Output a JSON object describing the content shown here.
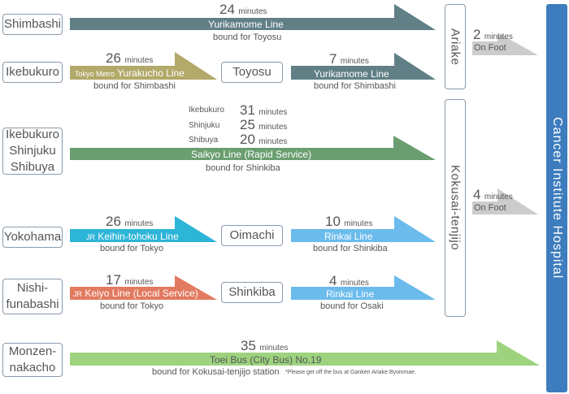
{
  "title": "Access to Cancer Institute Hospital",
  "destination": "Cancer Institute Hospital",
  "unit": "minutes",
  "colors": {
    "yurikamome": "#617f86",
    "yurakucho": "#b2a96a",
    "saikyo": "#6a9e70",
    "keihin_tohoku": "#2db5d8",
    "keiyo": "#e27a60",
    "rinkai": "#6bbbec",
    "bus": "#9dd37f",
    "on_foot": "#cccccc",
    "hospital": "#3e7dbd"
  },
  "origins": {
    "shimbashi": "Shimbashi",
    "ikebukuro": "Ikebukuro",
    "saikyo_group": [
      "Ikebukuro",
      "Shinjuku",
      "Shibuya"
    ],
    "yokohama": "Yokohama",
    "nishifunabashi": [
      "Nishi-",
      "funabashi"
    ],
    "monzennakacho": [
      "Monzen-",
      "nakacho"
    ]
  },
  "transfers": {
    "toyosu": "Toyosu",
    "oimachi": "Oimachi",
    "shinkiba": "Shinkiba"
  },
  "arrival_stations": {
    "ariake": "Ariake",
    "kokusai_tenjijo": "Kokusai-tenjijo"
  },
  "routes": {
    "shimbashi_ariake": {
      "minutes": "24",
      "line": "Yurikamome Line",
      "bound": "bound for Toyosu"
    },
    "ikebukuro_toyosu": {
      "minutes": "26",
      "line_prefix": "Tokyo Metro",
      "line": "Yurakucho Line",
      "bound": "bound for Shimbashi"
    },
    "toyosu_ariake": {
      "minutes": "7",
      "line": "Yurikamome Line",
      "bound": "bound for Shimbashi"
    },
    "saikyo": {
      "times": [
        {
          "from": "Ikebukuro",
          "minutes": "31"
        },
        {
          "from": "Shinjuku",
          "minutes": "25"
        },
        {
          "from": "Shibuya",
          "minutes": "20"
        }
      ],
      "line": "Saikyo Line (Rapid Service)",
      "bound": "bound for Shinkiba"
    },
    "yokohama_oimachi": {
      "minutes": "26",
      "line_prefix": "JR",
      "line": "Keihin-tohoku Line",
      "bound": "bound for Tokyo"
    },
    "oimachi_kokusai": {
      "minutes": "10",
      "line": "Rinkai Line",
      "bound": "bound for Shinkiba"
    },
    "nishifunabashi_shinkiba": {
      "minutes": "17",
      "line_prefix": "JR",
      "line": "Keiyo Line (Local Service)",
      "bound": "bound for Tokyo"
    },
    "shinkiba_kokusai": {
      "minutes": "4",
      "line": "Rinkai Line",
      "bound": "bound for Osaki"
    },
    "bus": {
      "minutes": "35",
      "line": "Toei Bus (City Bus) No.19",
      "bound": "bound for Kokusai-tenjijo station",
      "note": "*Please get off the bus at Ganken Ariake Byoinmae."
    }
  },
  "walks": {
    "ariake": {
      "minutes": "2",
      "mode": "On Foot"
    },
    "kokusai_tenjijo": {
      "minutes": "4",
      "mode": "On Foot"
    }
  }
}
